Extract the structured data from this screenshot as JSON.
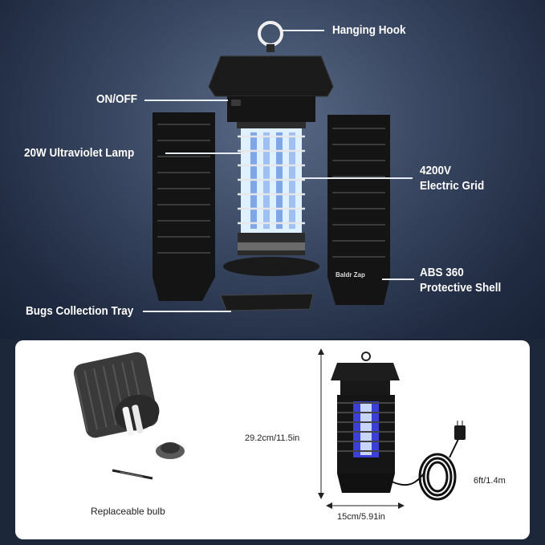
{
  "callouts": {
    "hanging_hook": "Hanging Hook",
    "on_off": "ON/OFF",
    "uv_lamp": "20W Ultraviolet Lamp",
    "grid_line1": "4200V",
    "grid_line2": "Electric Grid",
    "shell_line1": "ABS 360",
    "shell_line2": "Protective Shell",
    "tray": "Bugs Collection Tray"
  },
  "brand": "Baldr Zap",
  "panel": {
    "bulb_caption": "Replaceable bulb",
    "height_dim": "29.2cm/11.5in",
    "width_dim": "15cm/5.91in",
    "cord_dim": "6ft/1.4m"
  },
  "colors": {
    "background_top": "#3a4863",
    "background_bottom": "#1c2739",
    "panel": "#ffffff",
    "uv_glow": "#cfe6ff",
    "uv_blue": "#6f7dff"
  }
}
